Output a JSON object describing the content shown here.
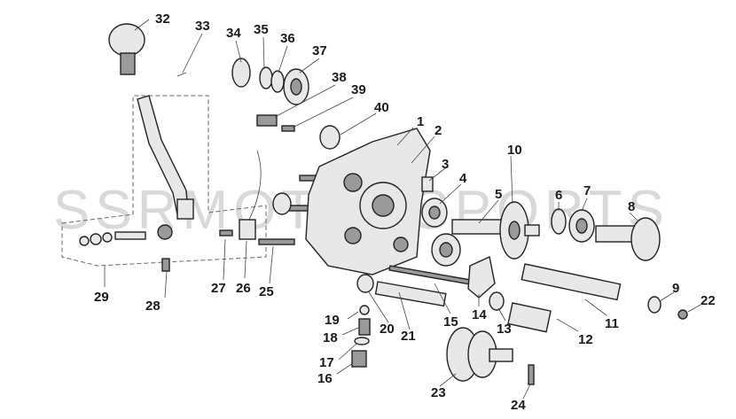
{
  "watermark": "SSRMOTORSPORTS",
  "callouts": [
    {
      "id": "c1",
      "label": "1"
    },
    {
      "id": "c2",
      "label": "2"
    },
    {
      "id": "c3",
      "label": "3"
    },
    {
      "id": "c4",
      "label": "4"
    },
    {
      "id": "c5",
      "label": "5"
    },
    {
      "id": "c6",
      "label": "6"
    },
    {
      "id": "c7",
      "label": "7"
    },
    {
      "id": "c8",
      "label": "8"
    },
    {
      "id": "c9",
      "label": "9"
    },
    {
      "id": "c10",
      "label": "10"
    },
    {
      "id": "c11",
      "label": "11"
    },
    {
      "id": "c12",
      "label": "12"
    },
    {
      "id": "c13",
      "label": "13"
    },
    {
      "id": "c14",
      "label": "14"
    },
    {
      "id": "c15",
      "label": "15"
    },
    {
      "id": "c16",
      "label": "16"
    },
    {
      "id": "c17",
      "label": "17"
    },
    {
      "id": "c18",
      "label": "18"
    },
    {
      "id": "c19",
      "label": "19"
    },
    {
      "id": "c20",
      "label": "20"
    },
    {
      "id": "c21",
      "label": "21"
    },
    {
      "id": "c22",
      "label": "22"
    },
    {
      "id": "c23",
      "label": "23"
    },
    {
      "id": "c24",
      "label": "24"
    },
    {
      "id": "c25",
      "label": "25"
    },
    {
      "id": "c26",
      "label": "26"
    },
    {
      "id": "c27",
      "label": "27"
    },
    {
      "id": "c28",
      "label": "28"
    },
    {
      "id": "c29",
      "label": "29"
    },
    {
      "id": "c32",
      "label": "32"
    },
    {
      "id": "c33",
      "label": "33"
    },
    {
      "id": "c34",
      "label": "34"
    },
    {
      "id": "c35",
      "label": "35"
    },
    {
      "id": "c36",
      "label": "36"
    },
    {
      "id": "c37",
      "label": "37"
    },
    {
      "id": "c38",
      "label": "38"
    },
    {
      "id": "c39",
      "label": "39"
    },
    {
      "id": "c40",
      "label": "40"
    }
  ]
}
